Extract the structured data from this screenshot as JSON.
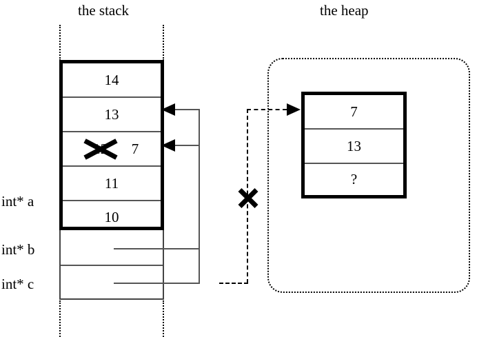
{
  "figure": {
    "stack_title": "the stack",
    "heap_title": "the heap"
  },
  "stack": {
    "allocated_cells": [
      {
        "value": "14"
      },
      {
        "value": "13"
      },
      {
        "value": "12",
        "struck_out": true,
        "new_value": "7"
      },
      {
        "value": "11"
      },
      {
        "value": "10"
      }
    ],
    "free_cells": [
      {
        "value": ""
      },
      {
        "value": ""
      }
    ],
    "variable_labels": [
      {
        "name": "int* a"
      },
      {
        "name": "int* b"
      },
      {
        "name": "int* c"
      }
    ],
    "struck_value": "12",
    "replacement_value": "7"
  },
  "heap": {
    "cells": [
      {
        "value": "7"
      },
      {
        "value": "13"
      },
      {
        "value": "?"
      }
    ]
  },
  "markers": {
    "invalid_pointer_x": "×"
  },
  "colors": {
    "ink": "#000000",
    "wire": "#555555",
    "background": "#ffffff"
  }
}
